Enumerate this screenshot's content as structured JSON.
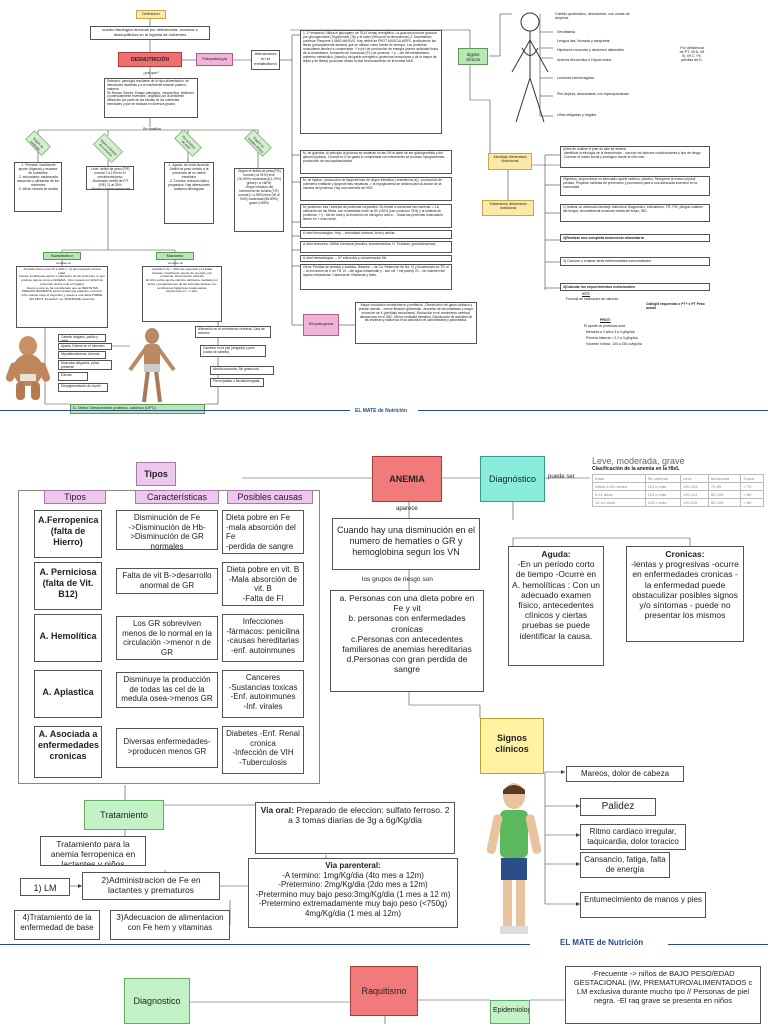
{
  "p1": {
    "definicion": "Definición",
    "def_text": "cuadro fisiológico anormal por deficiencias, excesos o desequilibrios en la ingesta de nutrientes",
    "desnutricion": "DESNUTRICIÓN",
    "fisiopatologia": "Fisiopatología",
    "alteraciones": "Alteraciones en el metabolismo",
    "signos_clinicos": "Signos clínicos",
    "por_que": "¿por qué?",
    "deterioro": "Deterioro: patología resultante de la hipo-alimentación, de infecciones repetidas y a la insuficiente relación paterno-materna\nSir Ramon Gómez: Estado patológico, inespecífico, sistémico y potencialmente reversible, originado por la deficiente utilización por parte de las células de los nutrientes esenciales y que se instaura en diversos grados",
    "se_clasifica": "Se clasifica",
    "seg_etiologia": "Según su etiología",
    "seg_tiempo": "Según el tiempo de evolución",
    "seg_peso": "Por el deficit de peso relativo",
    "seg_cuadro": "Según su cuadro clínico",
    "etiologia_text": "-1. Primaria: insuficiente aporte (ingesta) y escasez de nutrientes\n-2. secundaria: inadecuada absorción y utilización de los nutrientes\n-3. Mixta: mezcla de ambas",
    "tiempo_text": "-1. Aguda: de corta duración. Deficit de peso debido a la presencia de un deficit transitorio\n-2. Crónica: reducido talla y progresiva. Hay alteraciones anatomo-fisiológicas",
    "peso_text": "-Leve: deficit de peso (P/E) normal 7 a 10% en el crecimiento/peso\n-Moderado: deficit de P/T (P/E) 11 al 25%\n-Severo o grave: mayor del 25%",
    "cuadro_text": "-Según el déficit de peso(P/E) normal (>a 91%) leve\n(76-90%) moderada (61-75%) grave(< a <60%)\n-Según relación del incremento de la talla (T/E) normal (> a 95%) leve (90 al 94%) moderada (85-89%) grave (<85%)",
    "kwashiorkor": "Kwashiorkor",
    "kwash_cons": "consiste en",
    "kwash_text": "-Pérdida Peso entre 20 a 40% (> 4) del esperado para la edad.\nCausa: insuficiente aporte o utilización de las proteínas, lo que produce signos como el EDEMA. -Dos causas por déficit de proteínas (sobre todo el hígado)\n-Nevus a esto se ha considerado que se DESTETAN PREMATURAMENTE (enfermedad que adquiere el primer niño cuando nace el segundo) y pasan a una dieta POBRE EN PROT. llamada F ver SÍNDROME (Anemia)",
    "marasmo": "Marasmo",
    "maras_cons": "consiste en",
    "maras_text": "-pérdida P de > 40% del esperado p la Edad.\nCausas: Insuficiente aporte de energía y de proteínas. Desnutrición calórica\nEl niño recibe aporte calórico deficiente mediado por leche y preparaciones de las formulas lácteas con condiciones higiénicas inadecuadas.\nAfecta más en < 1 año.",
    "kw_signs": [
      "Cabello delgado, pálido y débil",
      "Apatía, Edema en el miembro inferior",
      "Hipoalbuminemia, Anemia",
      "Músculos delgados, piosa presente",
      "Edema",
      "Despigmentación de la piel"
    ],
    "mr_signs": [
      "Alteración en el crecimiento cerebral, Cara de anciano",
      "Cambios en la piel (delgada) y pelo (caída de cabello)",
      "Atrofia muscular, Sin grasa sub.",
      "Piel enjutada o flácida/arrugada"
    ],
    "mixta": "D. Mixta:      Desnutrición proteico- calórica (DPC)",
    "fisio_text": "1. 1ª instancia: Utiliza el glucógeno de TA (4 horas) energético. La glucosa produce glucosa por glucogenólisis (Triglicéridos (TA) y el suero (9Kcal de la desnutrición)\n2. Depletación continúa: Requiere 4 MÁS MASIVO. Hay déficit de PROT MUSCULARES. produciendo las fibras (principalmente alanina) que se utilizan como fuente de energía. Los proteínas musculares tienden a conservarse. Y el pH de producción de energía (menor actividad física de la Anabolismo, formación de hormonas (PL) de proteína. + y -- del del metabolismo, aumento metabólico, (basal) y del gasto energético (proteínas musculares y de la mayor de tejido y de fibras) ya actúan desde la Mal funcionamiento de la bomba NAK.",
    "metab": [
      "M. de glúcidos: Al principio la glucosa se moderan en las VN al partir de ser glucogenólisis y del glicerol (lípidos). Cuando la G se gasta lo completada con infecciones se produce hipoglucemias. \n-producción de mucopolisacáridos",
      "M. de lípidos: -producción de lipoproteínas de origen intestinal (-resistencia (s)). -producción de colesterol enfatizar y lipoproteínas hepáticas -> la hipoglucemia se destina para la acción de la insulina del proteína. Hay una carencia de HGE",
      "M. proteicos: esa / síntesis de proteínas corporales. Se tiende a conservar las reservas -> La utilización de las fibras, son excretadas entre un 60 y 80% (con consumo 75%) y la síntesis de proteínas. + y - del de urea y la excreción de nitrógeno ureico. - Todas las proteínas musculares tienen en + más rectal",
      "A nivel inmunológico: Hay -- inmunidad humoral, local y celular.",
      "A nivel endocrino: Déficit hormonal (insulina, somatomedina, H. Tiroideas, gonadotropinas)",
      "A nivel hematológico: -- N° eritrocitos y concentración Hb",
      "Otros: Pérdida de sulfatos y fosfatos. Balance -- de Ca. Retención de Na, Cl y bicarbonato en TR. el -- la excreción de K en TR. el -- del agua intracelular y - sen cél + cel pared). El -- de volumen del líquido extracelular. Carencia de Vitaminas y fosfo."
    ],
    "fig_labels": [
      "Cabello quebradizo, descolorido, con zonas de alopecia",
      "Xeroftalmia",
      "Lengua lisa, lisurada y sangrante",
      "Hipotonía muscular y abdomen distendido",
      "Anemia Microcítica e Hipocrómica",
      "Lesiones hemorrágicas",
      "Piel áspera, descamada, con hiperqueratosis",
      "Uñas delgadas y frágiles"
    ],
    "deficiencia": "Por deficiencia de PT, Vit A, Vit B, Vit C, Fe, pérdida de K.",
    "abordaje": "Abordaje Alimentario Nutricional",
    "tratamiento": "Tratamiento alimentario nutricional",
    "antes": "Antes de realizar el plan de alim se deberá:\n-Identificar la etiología de la desnutrición - conocer los factores condicionantes y tipo de riesgo\n-Conocer el medio social y ecológico donde el niño vive.",
    "objetivos": "Objetivos: proporcionar un adecuado aporte calórico- plástico. Recuperar la masa corporal perdida. Propiciar medidas de prevención y promoción para a una adecuada inserción en la comunidad",
    "paso1": "1) realizar un adecuado tamizaje nutricional Diagnóstico: Indicadores: T/E, P/E, pliegue cutáneo del bíceps, circunferencia muscular media del brazo, IMC.",
    "paso2": "2)Realizar una completa anamnesis alimentaria",
    "paso3": "3) Conocer y evaluar otras enfermedades concomitantes",
    "paso4": "4)Calcular los requerimientos nutricionales",
    "vct_title": "VCT:",
    "vct_text": "Fórmula de estimación de calorías:",
    "vct_formula": "Cal/kg/d requeridas x PT+ x PT Peso actual",
    "prot_title": "PROT:",
    "prot_lines": [
      "El aporte de proteínas será:",
      "Menores a 2 años    3 a 4 g/kg/día",
      "Primera infancia < 2     2 a 3 g/kg/día",
      "Volumen hídrico: 100 a 150 cc/kg/día"
    ],
    "etiopatogenia": "Etiopatogenia",
    "etio_text": "-Mayor circulación central/menor y periférica. -Disminución del gasto cardíaco y presión arterial. - menor filtración glomerular -Aumento de las fosfatasas y mayor excreción de K (pérdidas musculares) -Reducción en el crecimiento cerebral, alteraciones en el SNC -Menor motilidad intestinal -Disminución de actividad de las enzimas y trastornos en la absorción de carbohidratos y pancreática.",
    "footer": "EL MATE de Nutrición"
  },
  "p2": {
    "tipos": "Tipos",
    "anemia": "ANEMIA",
    "diagnostico": "Diagnóstico",
    "puede_ser": "puede ser",
    "leve_grave": "Leve, moderada, grave",
    "table_caption": "Clasificación de la anemia en la Hb/L",
    "table_rows": [
      [
        "Edad",
        "Sin anemia",
        "Leve",
        "Moderada",
        "Grave"
      ],
      [
        "Niños 6-59 meses",
        "110 o más",
        "100-109",
        "70-99",
        "< 70"
      ],
      [
        "5-11 años",
        "115 o más",
        "110-114",
        "80-109",
        "< 80"
      ],
      [
        "12-14 años",
        "120 o más",
        "110-119",
        "80-109",
        "< 80"
      ]
    ],
    "col_tipos": "Tipos",
    "col_caract": "Características",
    "col_causas": "Posibles causas",
    "rows": [
      {
        "name": "A.Ferropenica (falta de Hierro)",
        "car": "Disminución de Fe\n->Disminución de Hb->Disminución de GR normales",
        "cau": "Dieta pobre en Fe\n-mala absorción del Fe\n-perdida de sangre"
      },
      {
        "name": "A. Perniciosa (falta de Vit. B12)",
        "car": "Falta de vit B->desarrollo anormal de GR",
        "cau": "Dieta pobre en vit. B\n-Mala absorción de vit. B\n-Falta de FI"
      },
      {
        "name": "A. Hemolítica",
        "car": "Los GR sobreviven menos de lo normal en la circulación ->menor n de GR",
        "cau": "Infecciones\n-fármacos: penicilina\n-causas hereditarias\n-enf. autoinmunes"
      },
      {
        "name": "A. Aplastica",
        "car": "Disminuye la producción de todas las cel de la medula osea->menos GR",
        "cau": "Canceres\n-Sustancias toxicas\n-Enf. autoinmunes\n-Inf. virales"
      },
      {
        "name": "A. Asociada a enfermedades cronicas",
        "car": "Diversas enfermedades->producen menos GR",
        "cau": "Diabetes  -Enf. Renal cronica\n-Infección de VIH\n-Tuberculosis"
      }
    ],
    "aparece": "aparece",
    "aparece_text": "Cuando hay una disminución en el numero de hematíes o GR y hemoglobina segun los VN",
    "grupos": "los grupos de riesgo son",
    "grupos_text": "a. Personas con una dieta pobre en Fe y vit\nb. personas con enfermedades cronicas\nc.Personas con antecedentes familiares de anemias hereditarias\nd.Personas con gran perdida de sangre",
    "aguda_title": "Aguda:",
    "aguda_text": "-En un periodo corto de tiempo -Ocurre en A. hemolíticas : Con un adecuado examen físico, antecedentes clínicos y ciertas pruebas se puede identificar la causa.",
    "cronica_title": "Cronicas:",
    "cronica_text": "-lentas y progresivas -ocurre en enfermedades cronicas - la enfermedad puede obstaculizar posibles signos y/o síntomas - puede no presentar los mismos",
    "signos": "Signos clínicos",
    "sig_list": [
      "Mareos, dolor de cabeza",
      "Palidez",
      "Ritmo cardiaco irregular, taquicardia, dolor toracico",
      "Cansancio, fatiga, falta de energía",
      "Entumecimiento de manos y pies"
    ],
    "tratamiento": "Tratamiento",
    "trat_text": "Tratamiento para la anemia ferropenica en lactantes y niños",
    "lm": "1) LM",
    "fe_prem": "2)Administracion de Fe en lactantes y prematuros",
    "trat_base": "4)Tratamiento de la enfermedad de base",
    "adecuacion": "3)Adecuacion de alimentacion con Fe hem y vitaminas",
    "via_oral_title": "Via oral:",
    "via_oral": "Preparado de eleccion: sulfato ferroso. 2 a 3 tomas diarias de 3g a 6g/Kg/dia",
    "parenteral_title": "Via parenteral:",
    "parenteral": "-A termino: 1mg/Kg/dia (4to mes a 12m)\n-Pretermino: 2mg/Kg/dia (2do mes a 12m)\n-Pretermino muy bajo peso:3mg/Kg/dia (1 mes a 12 m)\n-Pretermino extremadamente muy bajo peso (<750g) 4mg/Kg/dia (1 mes al 12m)",
    "footer": "EL MATE de Nutrición"
  },
  "p3": {
    "diagnostico": "Diagnostico",
    "raquitismo": "Raquitismo",
    "epidemiologia": "Epidemiologia",
    "epi_text": "-Frecuente -> niños de BAJO PESO/EDAD GESTACIONAL (IW, PREMATURO/ALIMENTADOS c LM exclusiva durante mucho tpo // Personas de piel negra. -El raq grave se presenta en niños"
  },
  "colors": {
    "red": "#f07070",
    "teal": "#89ecdc",
    "pink": "#f3b2d8",
    "green": "#b8e6b4",
    "yellow": "#fde9a6",
    "footer": "#2a4a8a"
  },
  "icons": {
    "person": "child-figure-icon",
    "stick": "stick-figure-icon"
  }
}
